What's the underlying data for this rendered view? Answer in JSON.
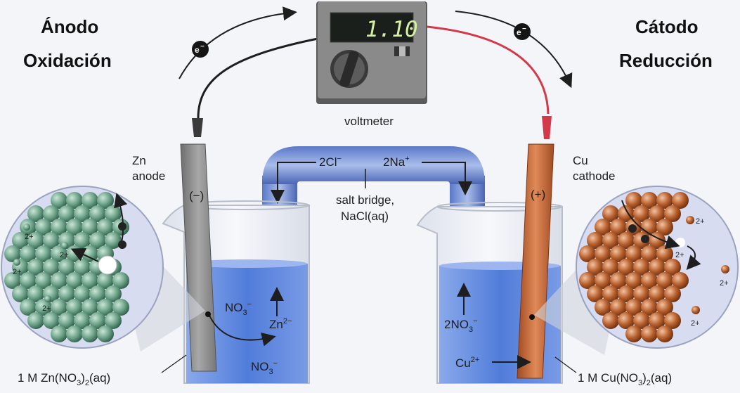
{
  "titles": {
    "anode_line1": "Ánodo",
    "anode_line2": "Oxidación",
    "cathode_line1": "Cátodo",
    "cathode_line2": "Reducción"
  },
  "voltmeter": {
    "reading": "1.10",
    "label": "voltmeter"
  },
  "electron": {
    "symbol": "e",
    "charge": "−"
  },
  "anode": {
    "metal": "Zn",
    "name": "anode",
    "sign": "(−)",
    "solution": "1 M Zn(NO",
    "solution_sub": "3",
    "solution_end": ")",
    "solution_sub2": "2",
    "solution_tail": "(aq)"
  },
  "cathode": {
    "metal": "Cu",
    "name": "cathode",
    "sign": "(+)",
    "solution": "1 M Cu(NO",
    "solution_sub": "3",
    "solution_end": ")",
    "solution_sub2": "2",
    "solution_tail": "(aq)"
  },
  "salt_bridge": {
    "chloride": "2Cl",
    "chloride_charge": "−",
    "sodium": "2Na",
    "sodium_charge": "+",
    "label_line1": "salt bridge,",
    "label_line2": "NaCl(aq)"
  },
  "ions": {
    "nitrate": "NO",
    "nitrate_sub": "3",
    "nitrate_charge": "−",
    "zinc_ion": "Zn",
    "zinc_charge": "2−",
    "nitrate2": "2NO",
    "copper_ion": "Cu",
    "copper_charge": "2+",
    "charge_2plus": "2+"
  },
  "colors": {
    "zinc_atom": "#6fa48a",
    "copper_atom": "#b8602e",
    "solution_blue": "#4a78d8",
    "red_wire": "#d23a4a"
  }
}
